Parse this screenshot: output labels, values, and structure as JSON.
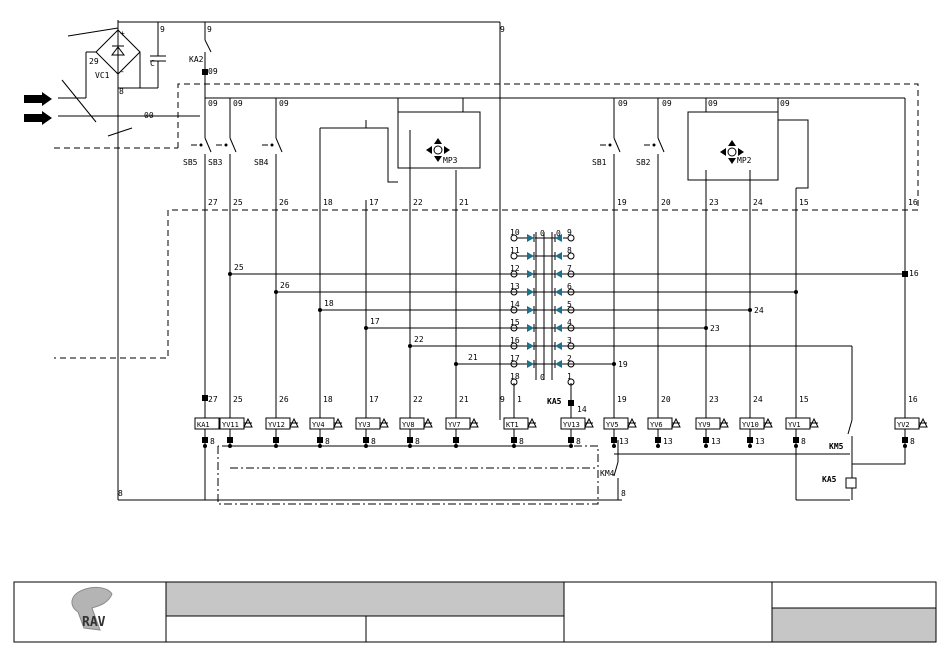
{
  "diagram": {
    "power": {
      "rectifier": "VC1",
      "capacitor": "C",
      "wire_labels": [
        "9",
        "9",
        "29",
        "8",
        "00"
      ],
      "contact": "KA2",
      "bus_label": "09"
    },
    "switches": [
      "SB5",
      "SB3",
      "SB4",
      "SB1",
      "SB2"
    ],
    "joysticks": [
      "MP3",
      "MP2"
    ],
    "column_wires": [
      "27",
      "25",
      "26",
      "18",
      "17",
      "22",
      "21",
      "19",
      "20",
      "23",
      "24",
      "15",
      "16"
    ],
    "bus_taps": [
      "09",
      "09",
      "09",
      "09",
      "09",
      "09",
      "09"
    ],
    "diode_rows": [
      {
        "left": "10",
        "right": "9"
      },
      {
        "left": "11",
        "right": "8"
      },
      {
        "left": "12",
        "right": "7"
      },
      {
        "left": "13",
        "right": "6"
      },
      {
        "left": "14",
        "right": "5"
      },
      {
        "left": "15",
        "right": "4"
      },
      {
        "left": "16",
        "right": "3"
      },
      {
        "left": "17",
        "right": "2"
      },
      {
        "left": "18",
        "right": "1"
      }
    ],
    "matrix_bus": {
      "label": "0"
    },
    "relay_ka5": {
      "label": "KA5",
      "wire": "14"
    },
    "cross_labels": [
      "25",
      "26",
      "18",
      "17",
      "22",
      "21",
      "19",
      "23",
      "24",
      "16"
    ],
    "coils": [
      {
        "label": "KA1",
        "top": "27",
        "bottom": "8"
      },
      {
        "label": "YV11",
        "top": "25",
        "bottom": ""
      },
      {
        "label": "YV12",
        "top": "26",
        "bottom": ""
      },
      {
        "label": "YV4",
        "top": "18",
        "bottom": "8"
      },
      {
        "label": "YV3",
        "top": "17",
        "bottom": "8"
      },
      {
        "label": "YV8",
        "top": "22",
        "bottom": "8"
      },
      {
        "label": "YV7",
        "top": "21",
        "bottom": ""
      },
      {
        "label": "KT1",
        "top": "1",
        "bottom": "8"
      },
      {
        "label": "YV13",
        "top": "",
        "bottom": "8"
      },
      {
        "label": "YV5",
        "top": "19",
        "bottom": "13"
      },
      {
        "label": "YV6",
        "top": "20",
        "bottom": "13"
      },
      {
        "label": "YV9",
        "top": "23",
        "bottom": "13"
      },
      {
        "label": "YV10",
        "top": "24",
        "bottom": "13"
      },
      {
        "label": "YV1",
        "top": "15",
        "bottom": "8"
      },
      {
        "label": "YV2",
        "top": "16",
        "bottom": "8"
      }
    ],
    "km4": {
      "label": "KM4",
      "wire": "8"
    },
    "km5": {
      "label": "KM5"
    },
    "ka5_coil": {
      "label": "KA5"
    },
    "ground_wire": "8",
    "kt1_wire": "9"
  },
  "title_block": {
    "logo_text": "RAV"
  },
  "colors": {
    "line": "#000000",
    "diode": "#1d6f8c",
    "title_fill": "#c6c6c6"
  }
}
